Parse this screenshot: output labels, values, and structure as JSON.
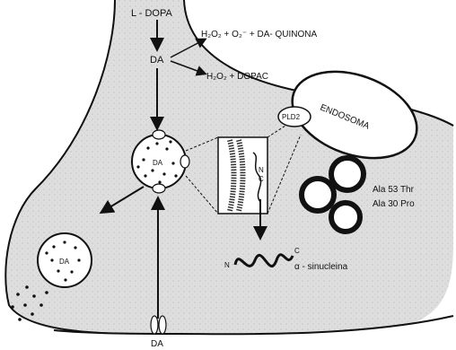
{
  "diagram": {
    "labels": {
      "l_dopa": "L - DOPA",
      "da_top": "DA",
      "h2o2_o2_da_quinona": "H₂O₂ + O₂⁻ + DA- QUINONA",
      "h2o2_dopac": "H₂O₂ + DOPAC",
      "pld2": "PLD2",
      "endosoma": "ENDOSOMA",
      "da_vesicle": "DA",
      "da_release_vesicle": "DA",
      "n_inset": "N",
      "c_inset": "C",
      "ala53thr": "Ala 53 Thr",
      "ala30pro": "Ala 30 Pro",
      "n_protein": "N",
      "c_protein": "C",
      "alpha_sinucleina": "α - sinucleina",
      "da_bottom": "DA"
    },
    "colors": {
      "cytoplasm": "#dcdcdc",
      "stroke": "#111111",
      "vesicle_fill": "#ffffff"
    }
  }
}
